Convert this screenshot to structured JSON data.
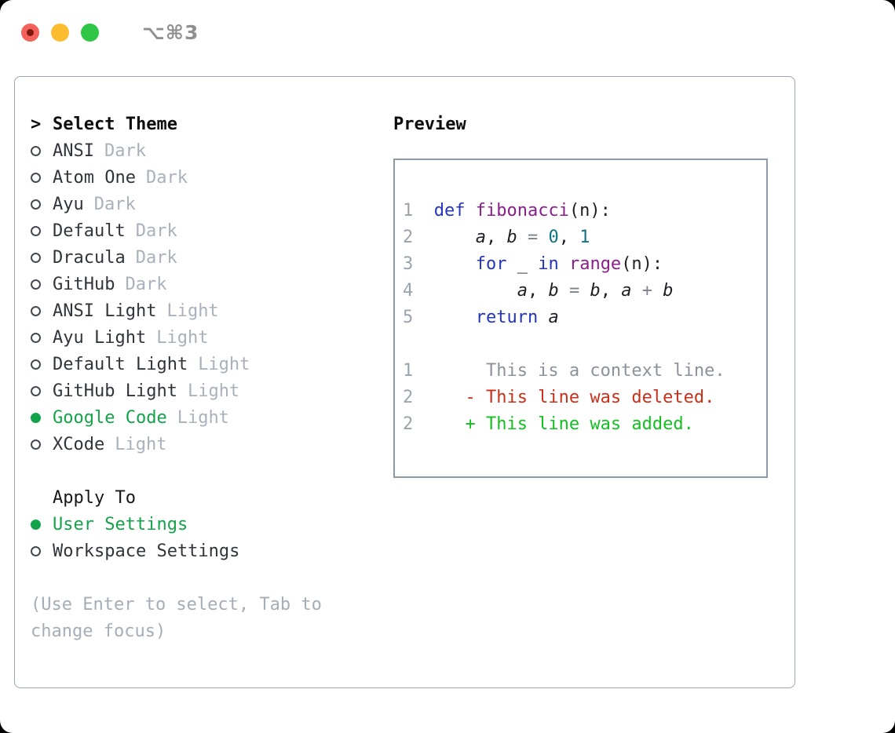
{
  "window": {
    "shortcut": "⌥⌘3"
  },
  "panel": {
    "select": {
      "pointer": ">",
      "title": "Select Theme",
      "themes": [
        {
          "name": "ANSI",
          "variant": "Dark",
          "selected": false
        },
        {
          "name": "Atom One",
          "variant": "Dark",
          "selected": false
        },
        {
          "name": "Ayu",
          "variant": "Dark",
          "selected": false
        },
        {
          "name": "Default",
          "variant": "Dark",
          "selected": false
        },
        {
          "name": "Dracula",
          "variant": "Dark",
          "selected": false
        },
        {
          "name": "GitHub",
          "variant": "Dark",
          "selected": false
        },
        {
          "name": "ANSI Light",
          "variant": "Light",
          "selected": false
        },
        {
          "name": "Ayu Light",
          "variant": "Light",
          "selected": false
        },
        {
          "name": "Default Light",
          "variant": "Light",
          "selected": false
        },
        {
          "name": "GitHub Light",
          "variant": "Light",
          "selected": false
        },
        {
          "name": "Google Code",
          "variant": "Light",
          "selected": true
        },
        {
          "name": "XCode",
          "variant": "Light",
          "selected": false
        }
      ]
    },
    "apply": {
      "title": "Apply To",
      "options": [
        {
          "label": "User Settings",
          "selected": true
        },
        {
          "label": "Workspace Settings",
          "selected": false
        }
      ]
    },
    "help_lines": [
      "(Use Enter to select, Tab to",
      "change focus)"
    ]
  },
  "preview": {
    "title": "Preview",
    "lines": [
      {
        "num": "1",
        "segs": [
          {
            "t": " ",
            "c": "plain"
          },
          {
            "t": "def ",
            "c": "keyword"
          },
          {
            "t": "fibonacci",
            "c": "function"
          },
          {
            "t": "(n):",
            "c": "plain"
          }
        ]
      },
      {
        "num": "2",
        "segs": [
          {
            "t": "     ",
            "c": "plain"
          },
          {
            "t": "a",
            "c": "variable"
          },
          {
            "t": ", ",
            "c": "plain"
          },
          {
            "t": "b",
            "c": "variable"
          },
          {
            "t": " ",
            "c": "plain"
          },
          {
            "t": "=",
            "c": "operator"
          },
          {
            "t": " ",
            "c": "plain"
          },
          {
            "t": "0",
            "c": "literal"
          },
          {
            "t": ", ",
            "c": "plain"
          },
          {
            "t": "1",
            "c": "literal"
          }
        ]
      },
      {
        "num": "3",
        "segs": [
          {
            "t": "     ",
            "c": "plain"
          },
          {
            "t": "for ",
            "c": "keyword"
          },
          {
            "t": "_ ",
            "c": "plain"
          },
          {
            "t": "in ",
            "c": "keyword"
          },
          {
            "t": "range",
            "c": "function"
          },
          {
            "t": "(n):",
            "c": "plain"
          }
        ]
      },
      {
        "num": "4",
        "segs": [
          {
            "t": "         ",
            "c": "plain"
          },
          {
            "t": "a",
            "c": "variable"
          },
          {
            "t": ", ",
            "c": "plain"
          },
          {
            "t": "b",
            "c": "variable"
          },
          {
            "t": " ",
            "c": "plain"
          },
          {
            "t": "=",
            "c": "operator"
          },
          {
            "t": " ",
            "c": "plain"
          },
          {
            "t": "b",
            "c": "variable"
          },
          {
            "t": ", ",
            "c": "plain"
          },
          {
            "t": "a",
            "c": "variable"
          },
          {
            "t": " ",
            "c": "plain"
          },
          {
            "t": "+",
            "c": "operator"
          },
          {
            "t": " ",
            "c": "plain"
          },
          {
            "t": "b",
            "c": "variable"
          }
        ]
      },
      {
        "num": "5",
        "segs": [
          {
            "t": "     ",
            "c": "plain"
          },
          {
            "t": "return ",
            "c": "keyword"
          },
          {
            "t": "a",
            "c": "variable"
          }
        ]
      },
      {
        "num": "",
        "segs": []
      },
      {
        "num": "1",
        "segs": [
          {
            "t": "      This is a context line.",
            "c": "context"
          }
        ]
      },
      {
        "num": "2",
        "segs": [
          {
            "t": "    - This line was deleted.",
            "c": "deleted"
          }
        ]
      },
      {
        "num": "2",
        "segs": [
          {
            "t": "    + This line was added.",
            "c": "added"
          }
        ]
      }
    ]
  },
  "colors": {
    "selected": "#13a34a",
    "keyword": "#2334bd",
    "function": "#8a1f8c",
    "literal": "#0e7480",
    "operator": "#7b828c",
    "plain": "#1d1f24",
    "line_number": "#9aa4af",
    "context": "#8b929b",
    "deleted": "#c9301a",
    "added": "#12c01f"
  }
}
